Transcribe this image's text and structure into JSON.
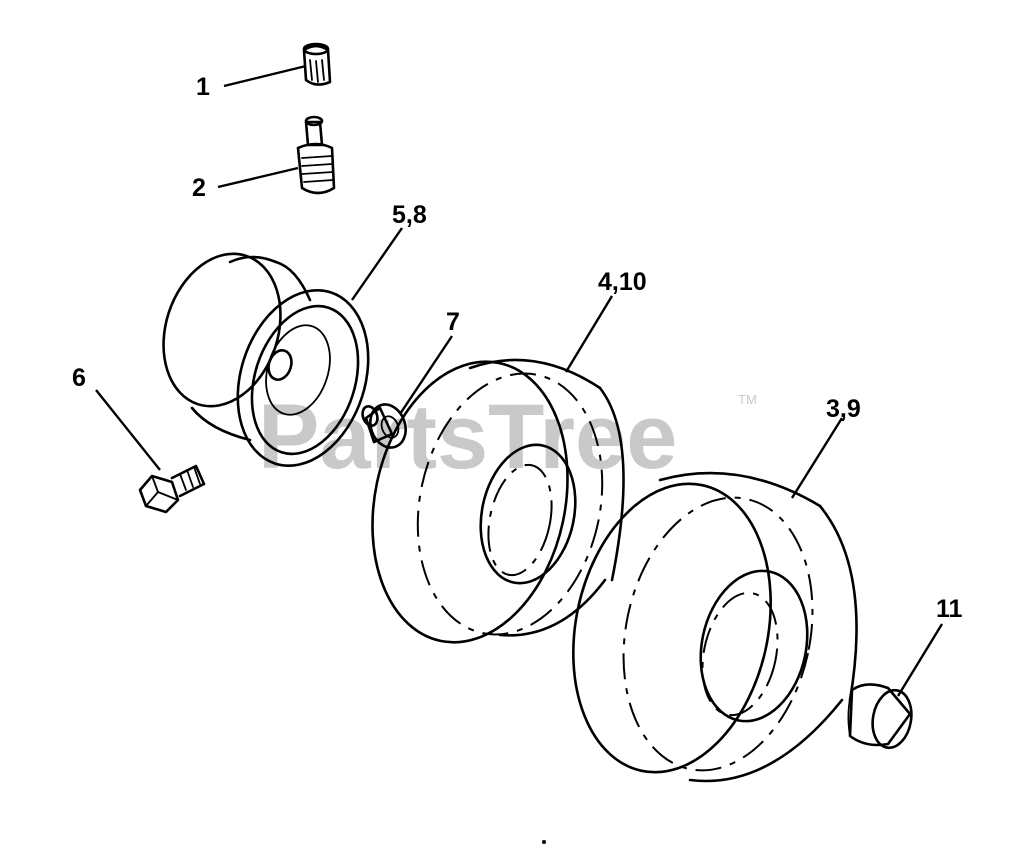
{
  "watermark": {
    "brand": "PartsTree",
    "trademark": "TM"
  },
  "callouts": [
    {
      "id": "c1",
      "label": "1"
    },
    {
      "id": "c2",
      "label": "2"
    },
    {
      "id": "c58",
      "label": "5,8"
    },
    {
      "id": "c410",
      "label": "4,10"
    },
    {
      "id": "c7",
      "label": "7"
    },
    {
      "id": "c6",
      "label": "6"
    },
    {
      "id": "c39",
      "label": "3,9"
    },
    {
      "id": "c11",
      "label": "11"
    }
  ],
  "parts": {
    "valve_cap": "valve-cap",
    "valve_stem": "valve-stem",
    "wheel_rim": "wheel-rim",
    "bearing_bushing": "flanged-bushing",
    "lug_bolt": "lug-bolt",
    "inner_tire": "tire",
    "outer_tire": "tire",
    "hub_cap": "hub-cap"
  }
}
